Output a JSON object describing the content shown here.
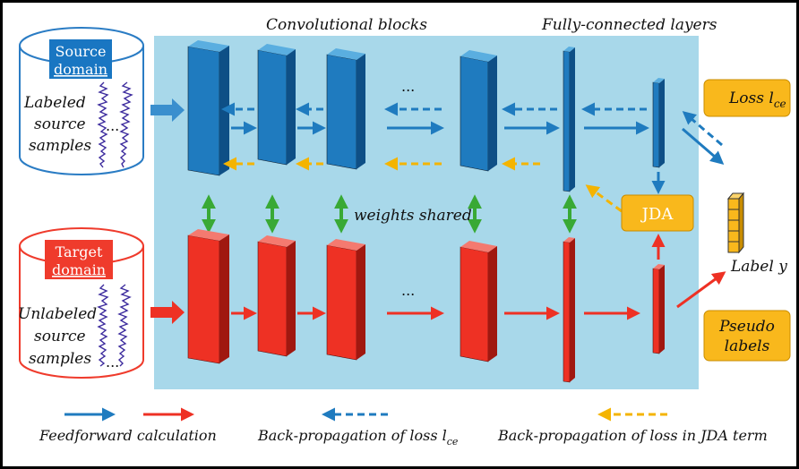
{
  "headers": {
    "conv_blocks": "Convolutional blocks",
    "fc_layers": "Fully-connected layers"
  },
  "source": {
    "tag": "Source domain",
    "tag_line1": "Source",
    "tag_line2": "domain",
    "samples_line1": "Labeled",
    "samples_line2": "source",
    "samples_line3": "samples"
  },
  "target": {
    "tag": "Target domain",
    "tag_line1": "Target",
    "tag_line2": "domain",
    "samples_line1": "Unlabeled",
    "samples_line2": "source",
    "samples_line3": "samples"
  },
  "ellipsis": "...",
  "weights_shared": "weights shared",
  "jda": "JDA",
  "loss": {
    "text": "Loss l",
    "subscript": "ce"
  },
  "label_y": "Label y",
  "pseudo": {
    "line1": "Pseudo",
    "line2": "labels"
  },
  "legend": {
    "feedforward": "Feedforward calculation",
    "backprop_lce": {
      "text": "Back-propagation of loss l",
      "subscript": "ce"
    },
    "backprop_jda": "Back-propagation of loss in JDA term"
  },
  "colors": {
    "panel_bg": "#a8d8ea",
    "source_blue": "#1f7bbf",
    "source_tag": "#1976c2",
    "target_red": "#ee3124",
    "target_tag": "#ef3b2c",
    "green": "#39a935",
    "orange_dashed": "#f4b400",
    "yellow_box": "#f9b81c"
  }
}
